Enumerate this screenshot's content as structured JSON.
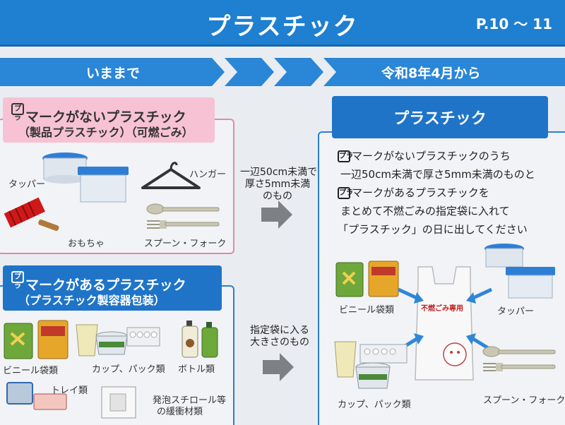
{
  "header": {
    "title": "プラスチック",
    "page_range": "P.10 ～ 11"
  },
  "timeline": {
    "before_label": "いままで",
    "after_label": "令和8年4月から"
  },
  "mark_symbol": "プラ",
  "left_top": {
    "heading_line1": "マークがないプラスチック",
    "heading_line2": "（製品プラスチック）（可燃ごみ）",
    "items": [
      "タッパー",
      "ハンガー",
      "おもちゃ",
      "スプーン・フォーク"
    ]
  },
  "left_bottom": {
    "heading_line1": "マークがあるプラスチック",
    "heading_line2": "（プラスチック製容器包装）",
    "items": [
      "ビニール袋類",
      "カップ、パック類",
      "ボトル類",
      "トレイ類",
      "発泡スチロール等",
      "の緩衝材類"
    ]
  },
  "middle": {
    "top_lines": [
      "一辺50cm未満で",
      "厚さ5mm未満",
      "のもの"
    ],
    "bottom_lines": [
      "指定袋に入る",
      "大きさのもの"
    ]
  },
  "right": {
    "heading": "プラスチック",
    "lines": [
      "マークがないプラスチックのうち",
      "一辺50cm未満で厚さ5mm未満のものと",
      "マークがあるプラスチックを",
      "まとめて不燃ごみの指定袋に入れて",
      "「プラスチック」の日に出してください"
    ],
    "bag_label": "不燃ごみ専用",
    "items": [
      "ビニール袋類",
      "タッパー",
      "カップ、パック類",
      "スプーン・フォーク"
    ]
  },
  "colors": {
    "header_blue": "#1f7fd0",
    "arrow_blue": "#2a86d6",
    "pink": "#f6c2d4",
    "box_blue": "#1f74c8"
  }
}
